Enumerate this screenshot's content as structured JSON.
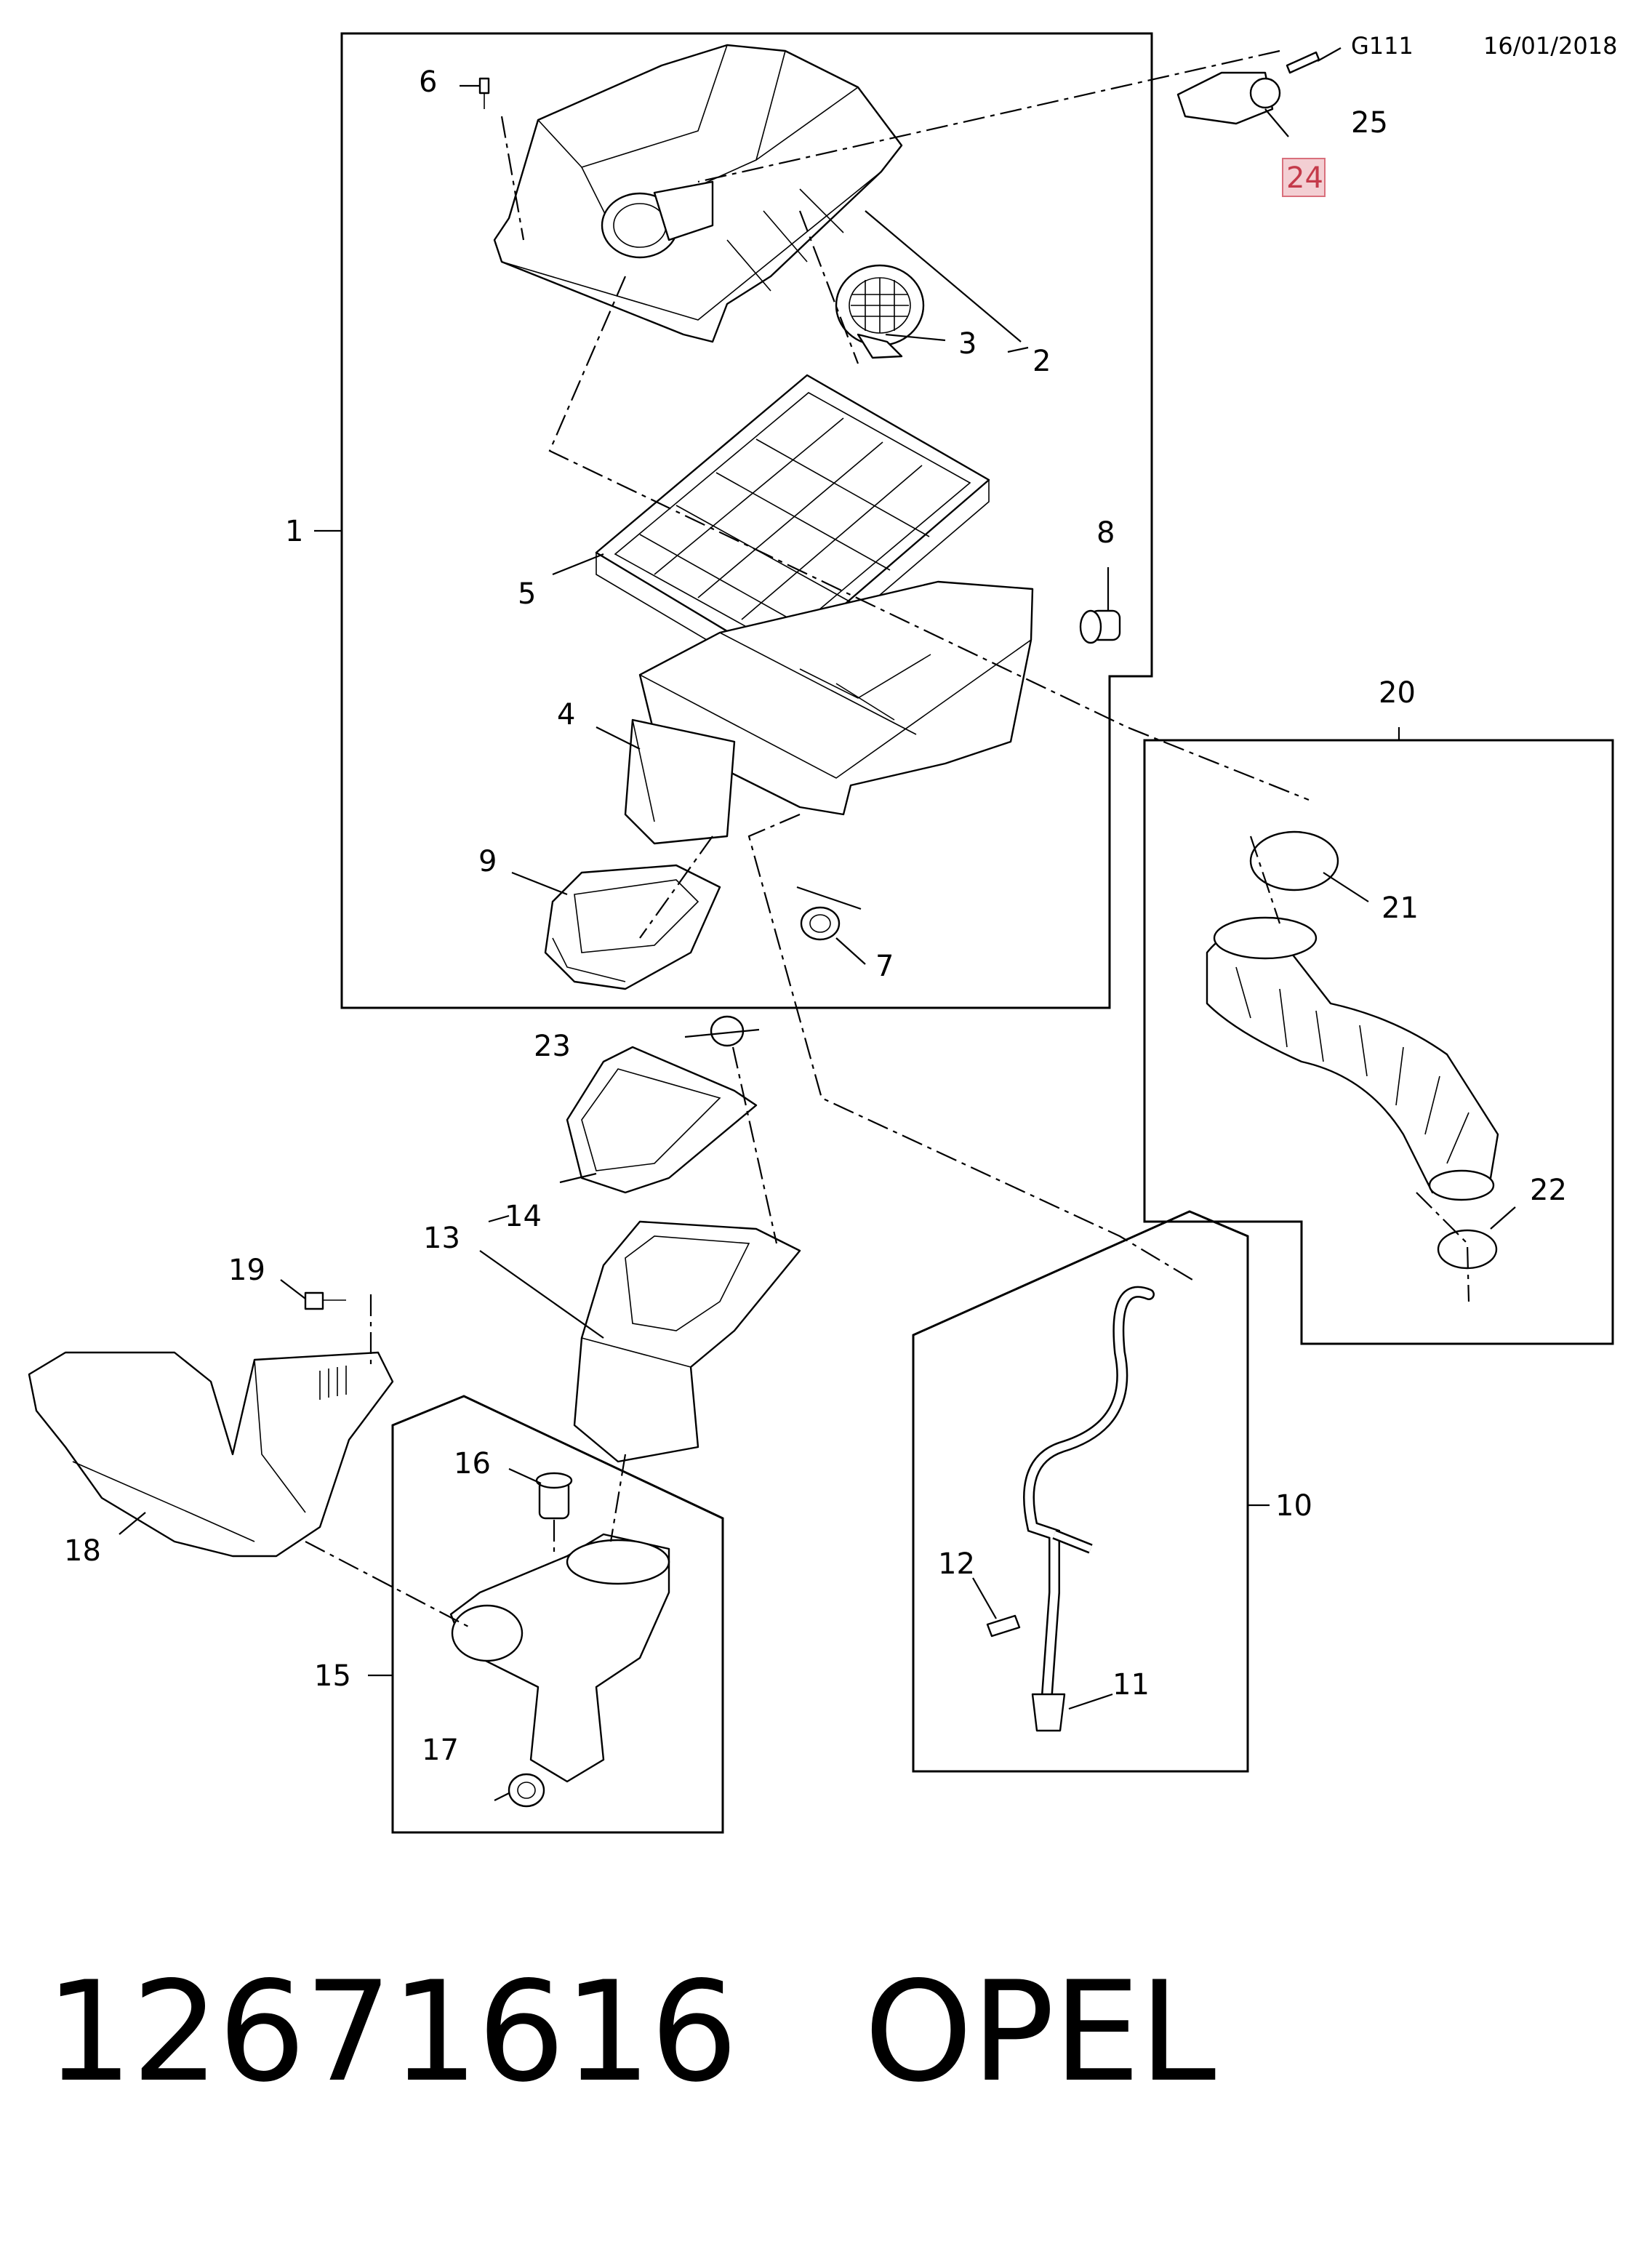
{
  "header": {
    "code": "G111",
    "date": "16/01/2018"
  },
  "callouts": [
    "1",
    "2",
    "3",
    "4",
    "5",
    "6",
    "7",
    "8",
    "9",
    "10",
    "11",
    "12",
    "13",
    "14",
    "15",
    "16",
    "17",
    "18",
    "19",
    "20",
    "21",
    "22",
    "23",
    "24",
    "25"
  ],
  "highlighted_callout": "24",
  "footer": {
    "part_number": "12671616",
    "brand": "OPEL"
  },
  "colors": {
    "line": "#000000",
    "background": "#ffffff",
    "highlight_fill": "#f3cfd3",
    "highlight_stroke": "#d9707c",
    "highlight_text": "#c43a4a"
  }
}
